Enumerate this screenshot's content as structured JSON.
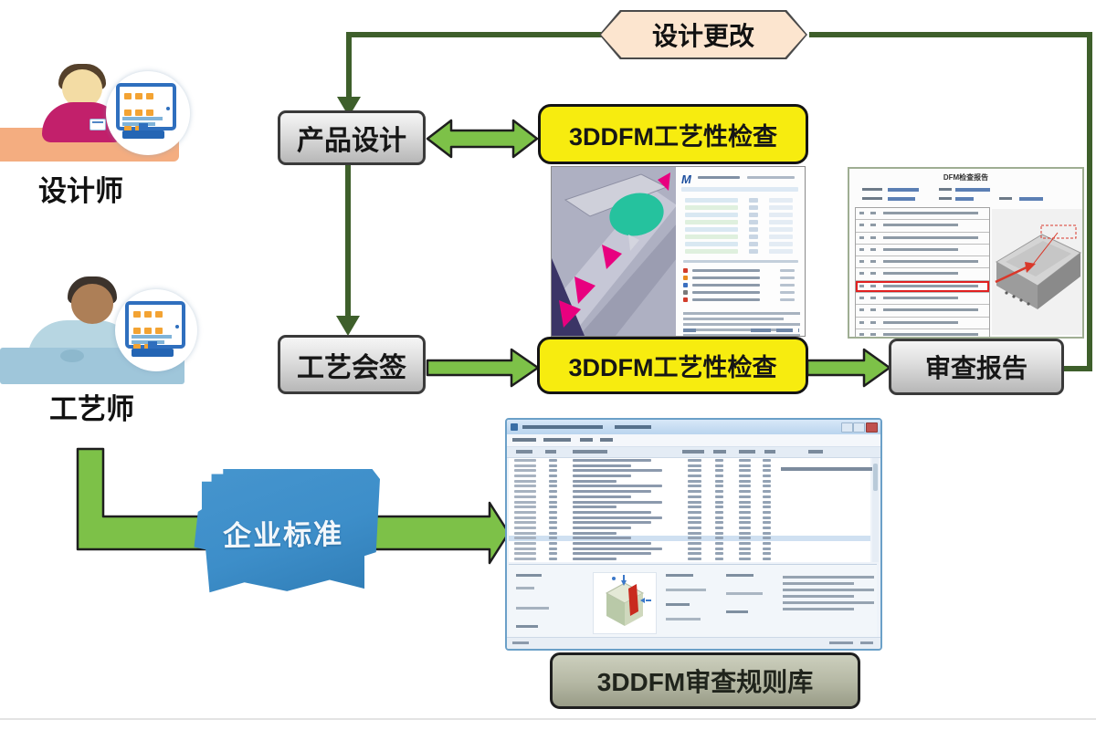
{
  "diagram": {
    "banner": {
      "label": "设计更改"
    },
    "actors": {
      "designer": {
        "label": "设计师"
      },
      "engineer": {
        "label": "工艺师"
      }
    },
    "nodes": {
      "product_design": "产品设计",
      "dfm_check_design": "3DDFM工艺性检查",
      "process_countersign": "工艺会签",
      "dfm_check_process": "3DDFM工艺性检查",
      "review_report": "审查报告",
      "enterprise_standard": "企业标准",
      "rule_library": "3DDFM审查规则库"
    },
    "screenshots": {
      "report_doc_title": "DFM检查报告"
    },
    "colors": {
      "flow_line": "#3e5f2b",
      "block_arrow": "#7dc148",
      "banner_fill": "#fce5cf",
      "check_node_fill": "#f7ec0f",
      "gray_node_fill": "#d9d9d9",
      "rule_library_fill": "#b4b7a3",
      "standard_doc_fill": "#3d8ec9",
      "highlight_red": "#e02020"
    }
  }
}
